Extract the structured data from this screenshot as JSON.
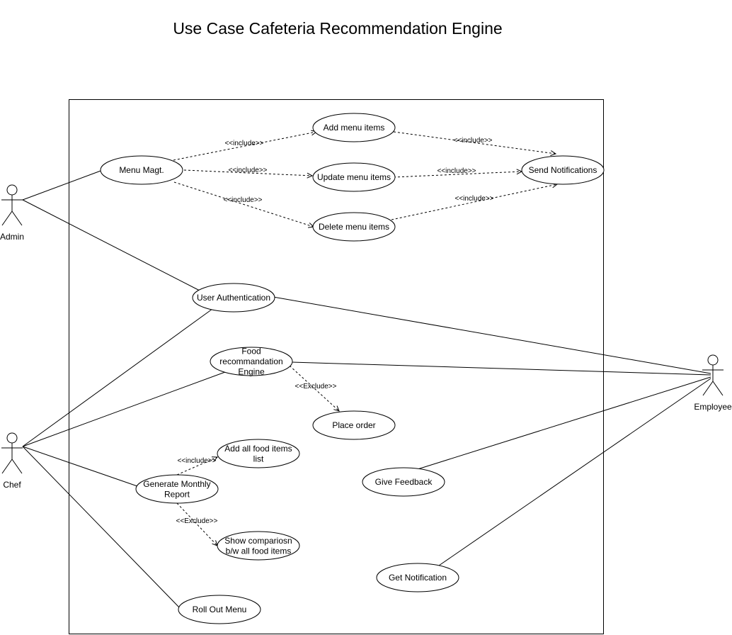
{
  "diagram": {
    "title": "Use Case Cafeteria Recommendation Engine",
    "actors": [
      {
        "id": "admin",
        "label": "Admin"
      },
      {
        "id": "chef",
        "label": "Chef"
      },
      {
        "id": "employee",
        "label": "Employee"
      }
    ],
    "use_cases": [
      {
        "id": "menu_magt",
        "lines": [
          "Menu Magt."
        ]
      },
      {
        "id": "add_menu",
        "lines": [
          "Add menu items"
        ]
      },
      {
        "id": "update_menu",
        "lines": [
          "Update menu items"
        ]
      },
      {
        "id": "delete_menu",
        "lines": [
          "Delete menu items"
        ]
      },
      {
        "id": "send_notif",
        "lines": [
          "Send Notifications"
        ]
      },
      {
        "id": "user_auth",
        "lines": [
          "User Authentication"
        ]
      },
      {
        "id": "food_rec",
        "lines": [
          "Food",
          "recommandation",
          "Engine"
        ]
      },
      {
        "id": "place_order",
        "lines": [
          "Place order"
        ]
      },
      {
        "id": "add_food_list",
        "lines": [
          "Add all food items",
          "list"
        ]
      },
      {
        "id": "gen_report",
        "lines": [
          "Generate Monthly",
          "Report"
        ]
      },
      {
        "id": "show_compare",
        "lines": [
          "Show compariosn",
          "b/w all food items"
        ]
      },
      {
        "id": "give_feedback",
        "lines": [
          "Give Feedback"
        ]
      },
      {
        "id": "get_notif",
        "lines": [
          "Get Notification"
        ]
      },
      {
        "id": "roll_out",
        "lines": [
          "Roll Out Menu"
        ]
      }
    ],
    "associations": [
      {
        "from": "admin",
        "to": "menu_magt"
      },
      {
        "from": "admin",
        "to": "user_auth"
      },
      {
        "from": "chef",
        "to": "user_auth"
      },
      {
        "from": "chef",
        "to": "food_rec"
      },
      {
        "from": "chef",
        "to": "gen_report"
      },
      {
        "from": "chef",
        "to": "roll_out"
      },
      {
        "from": "employee",
        "to": "user_auth"
      },
      {
        "from": "employee",
        "to": "food_rec"
      },
      {
        "from": "employee",
        "to": "give_feedback"
      },
      {
        "from": "employee",
        "to": "get_notif"
      }
    ],
    "dependencies": [
      {
        "from": "menu_magt",
        "to": "add_menu",
        "label": "<<include>>"
      },
      {
        "from": "menu_magt",
        "to": "update_menu",
        "label": "<<include>>"
      },
      {
        "from": "menu_magt",
        "to": "delete_menu",
        "label": "<<include>>"
      },
      {
        "from": "add_menu",
        "to": "send_notif",
        "label": "<<include>>"
      },
      {
        "from": "update_menu",
        "to": "send_notif",
        "label": "<<include>>"
      },
      {
        "from": "delete_menu",
        "to": "send_notif",
        "label": "<<include>>"
      },
      {
        "from": "food_rec",
        "to": "place_order",
        "label": "<<Exclude>>"
      },
      {
        "from": "gen_report",
        "to": "add_food_list",
        "label": "<<include>>"
      },
      {
        "from": "gen_report",
        "to": "show_compare",
        "label": "<<Exclude>>"
      }
    ]
  }
}
